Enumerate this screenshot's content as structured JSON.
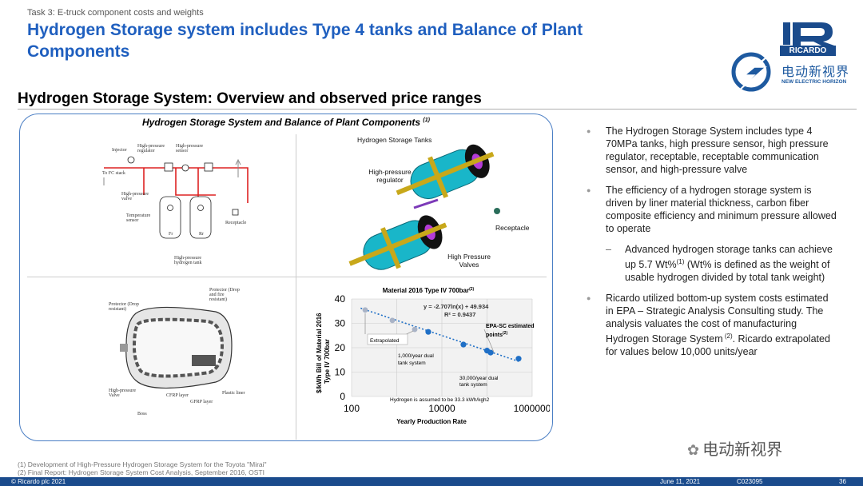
{
  "header": {
    "task": "Task 3: E-truck component costs and weights",
    "title_line1": "Hydrogen Storage system includes Type 4 tanks and Balance of Plant",
    "title_line2": "Components"
  },
  "logo": {
    "brand": "RICARDO",
    "watermark_cn": "电动新视界",
    "watermark_en": "NEW ELECTRIC HORIZON"
  },
  "subtitle": "Hydrogen Storage System: Overview and observed price ranges",
  "panel": {
    "title": "Hydrogen Storage System and Balance of Plant Components",
    "title_sup": "(1)",
    "schematic": {
      "injector": "Injector",
      "hp_regulator": "High-pressure regulator",
      "hp_sensor": "High-pressure sensor",
      "to_fc": "To FC stack",
      "hp_valve": "High-pressure valve",
      "temp_sensor": "Temperature sensor",
      "fr": "Fr",
      "rr": "Rr",
      "receptacle": "Receptacle",
      "tank": "High-pressure hydrogen tank"
    },
    "render3d": {
      "tanks": "Hydrogen Storage Tanks",
      "regulator": "High-pressure regulator",
      "receptacle": "Receptacle",
      "valves": "High Pressure Valves"
    },
    "cutaway": {
      "protector_top": "Protector (Drop and fire resistant)",
      "protector_left": "Protector (Drop resistant)",
      "hp_valve": "High-pressure Valve",
      "cfrp1": "CFRP layer",
      "cfrp2": "GFRP layer",
      "liner": "Plastic liner",
      "boss": "Boss"
    }
  },
  "chart_data": {
    "type": "scatter",
    "title": "Material 2016 Type IV 700bar",
    "title_sup": "(2)",
    "xlabel": "Yearly Production Rate",
    "ylabel_line1": "$/kWh Bill of Material 2016",
    "ylabel_line2": "Type IV 700bar",
    "x_scale": "log",
    "xlim": [
      100,
      1000000
    ],
    "ylim": [
      0,
      40
    ],
    "x_ticks": [
      "100",
      "10000",
      "1000000"
    ],
    "y_ticks": [
      "0",
      "10",
      "20",
      "30",
      "40"
    ],
    "grid": true,
    "equation": "y = -2.707ln(x) + 49.934",
    "r2": "R² = 0.9437",
    "extrapolated_points": [
      {
        "x": 200,
        "y": 35.5
      },
      {
        "x": 800,
        "y": 31.2
      },
      {
        "x": 2500,
        "y": 27.5
      }
    ],
    "epa_points": [
      {
        "x": 5000,
        "y": 26.5
      },
      {
        "x": 30000,
        "y": 21.3
      },
      {
        "x": 100000,
        "y": 18.8
      },
      {
        "x": 120000,
        "y": 18.0
      },
      {
        "x": 500000,
        "y": 15.5
      }
    ],
    "annotations": {
      "extrapolated": "Extrapolated",
      "dual1000": "1,000/year dual tank system",
      "dual30000": "30,000/year dual tank system",
      "epa": "EPA-SC estimated points",
      "epa_sup": "(2)",
      "note": "Hydrogen is assumed to be 33.3 kWh/kgh2"
    },
    "colors": {
      "extrapolated": "#a9b3c6",
      "epa": "#1f6fc6"
    }
  },
  "bullets": [
    "The Hydrogen Storage System includes type 4 70MPa tanks, high pressure sensor, high pressure regulator, receptable, receptable communication sensor, and high-pressure valve",
    "The efficiency of a hydrogen storage system is driven by liner material thickness, carbon fiber composite efficiency and minimum pressure allowed to operate"
  ],
  "sub_bullet": {
    "pre": "Advanced hydrogen storage tanks can achieve up 5.7 Wt%",
    "sup": "(1)",
    "post": " (Wt% is defined as the weight of usable hydrogen divided by total tank weight)"
  },
  "bullet3": {
    "pre": "Ricardo utilized bottom-up system costs estimated in EPA – Strategic Analysis Consulting study. The analysis valuates the cost of manufacturing Hydrogen Storage System",
    "sup": " (2)",
    "post": ". Ricardo extrapolated for values below 10,000 units/year"
  },
  "footnotes": [
    "(1)  Development of High-Pressure Hydrogen Storage System for the Toyota \"Mirai\"",
    "(2)  Final Report: Hydrogen Storage System Cost Analysis, September 2016, OSTI"
  ],
  "footer": {
    "copyright": "© Ricardo plc 2021",
    "date": "June 11, 2021",
    "code": "C023095",
    "page": "36",
    "wechat": "电动新视界"
  }
}
